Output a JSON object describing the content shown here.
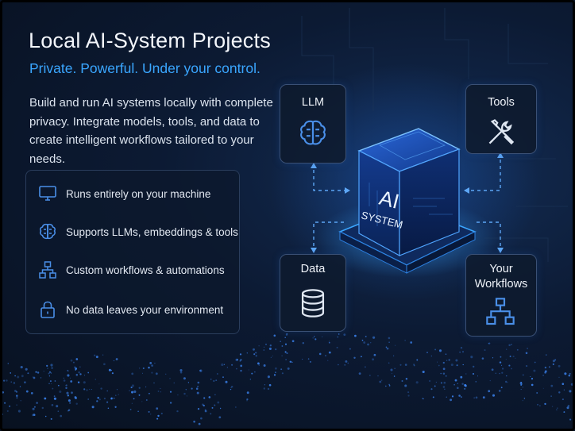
{
  "header": {
    "title": "Local AI-System Projects",
    "subtitle": "Private. Powerful. Under your control.",
    "description": "Build and run AI systems locally with complete privacy. Integrate models, tools, and data to create intelligent workflows tailored to your needs."
  },
  "features": [
    {
      "icon": "monitor-icon",
      "label": "Runs entirely on your machine"
    },
    {
      "icon": "brain-icon",
      "label": "Supports LLMs, embeddings & tools"
    },
    {
      "icon": "flowchart-icon",
      "label": "Custom workflows & automations"
    },
    {
      "icon": "lock-icon",
      "label": "No data leaves your environment"
    }
  ],
  "diagram": {
    "center": {
      "line1": "AI",
      "line2": "SYSTEM"
    },
    "nodes": {
      "llm": {
        "label": "LLM",
        "icon": "brain-icon"
      },
      "tools": {
        "label": "Tools",
        "icon": "wrench-screwdriver-icon"
      },
      "data": {
        "label": "Data",
        "icon": "database-icon"
      },
      "workflows": {
        "label": "Your Workflows",
        "line1": "Your",
        "line2": "Workflows",
        "icon": "flowchart-icon"
      }
    }
  },
  "colors": {
    "background": "#0b1424",
    "accent": "#3aa6ff",
    "text": "#f3f6fb",
    "panel_border": "#2a3d5c"
  }
}
